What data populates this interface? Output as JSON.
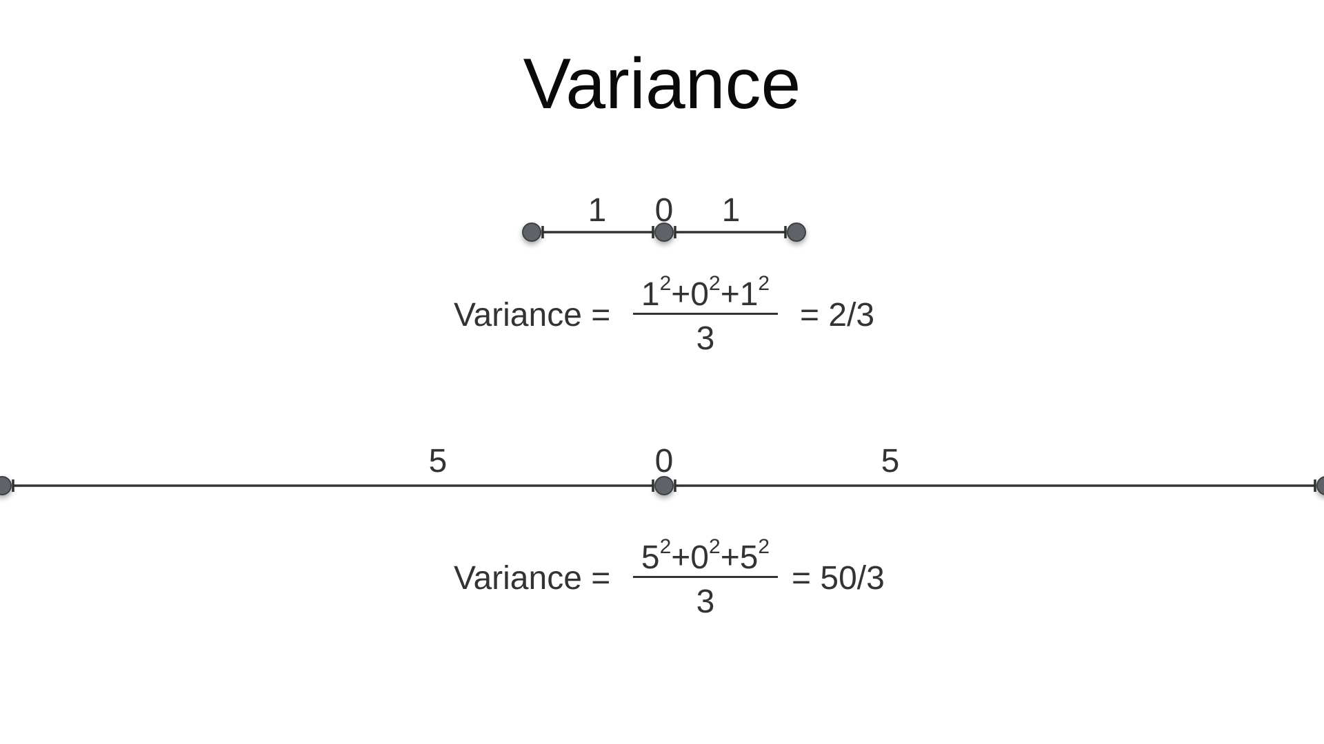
{
  "title": "Variance",
  "example1": {
    "deviation_labels": [
      "1",
      "0",
      "1"
    ],
    "points": [
      -1,
      0,
      1
    ],
    "equation": {
      "lhs": "Variance =",
      "numerator_terms": [
        {
          "base": "1",
          "exp": "2"
        },
        {
          "base": "0",
          "exp": "2"
        },
        {
          "base": "1",
          "exp": "2"
        }
      ],
      "operator": "+",
      "denominator": "3",
      "result": "= 2/3"
    }
  },
  "example2": {
    "deviation_labels": [
      "5",
      "0",
      "5"
    ],
    "points": [
      -5,
      0,
      5
    ],
    "equation": {
      "lhs": "Variance =",
      "numerator_terms": [
        {
          "base": "5",
          "exp": "2"
        },
        {
          "base": "0",
          "exp": "2"
        },
        {
          "base": "5",
          "exp": "2"
        }
      ],
      "operator": "+",
      "denominator": "3",
      "result": "= 50/3"
    }
  },
  "colors": {
    "point_fill": "#5f6368",
    "point_stroke": "#3c4043",
    "line": "#333333"
  }
}
